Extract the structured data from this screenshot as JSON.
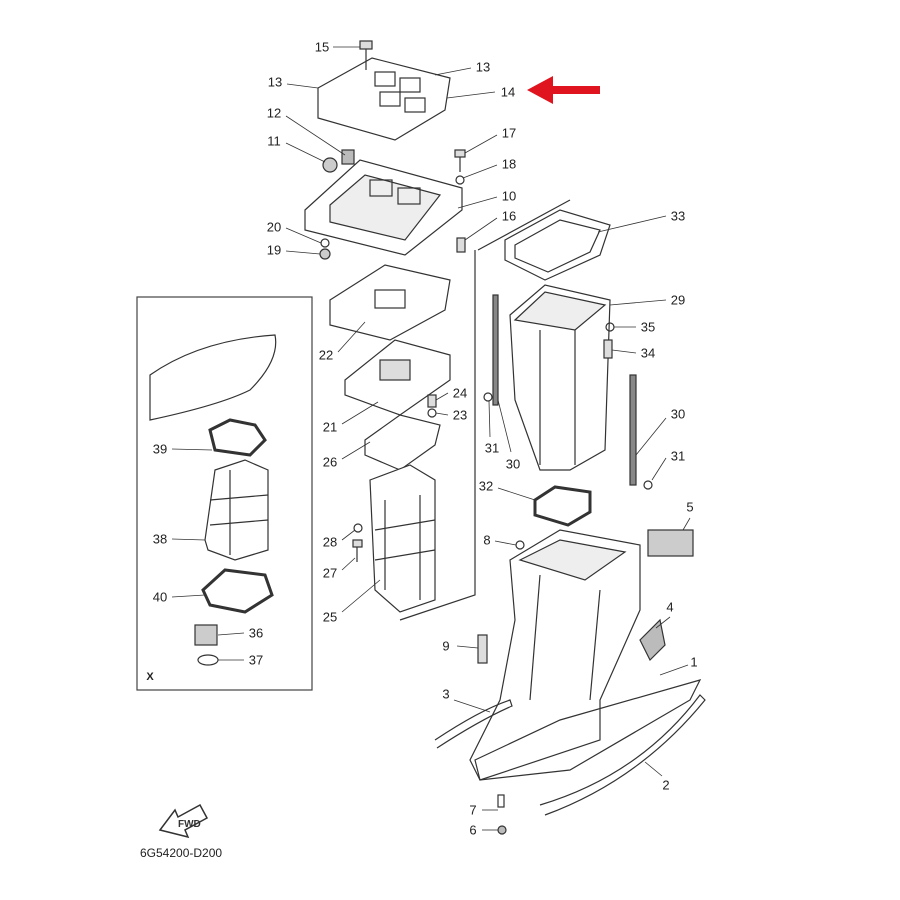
{
  "diagram_code": "6G54200-D200",
  "fwd_label": "FWD",
  "inset_label": "X",
  "highlight_color": "#e0141e",
  "callouts": [
    "15",
    "13",
    "13",
    "14",
    "12",
    "11",
    "17",
    "18",
    "10",
    "16",
    "33",
    "20",
    "19",
    "22",
    "29",
    "35",
    "34",
    "24",
    "23",
    "21",
    "31",
    "30",
    "30",
    "31",
    "26",
    "39",
    "32",
    "5",
    "8",
    "28",
    "38",
    "27",
    "25",
    "4",
    "40",
    "36",
    "9",
    "37",
    "1",
    "3",
    "2",
    "7",
    "6"
  ]
}
